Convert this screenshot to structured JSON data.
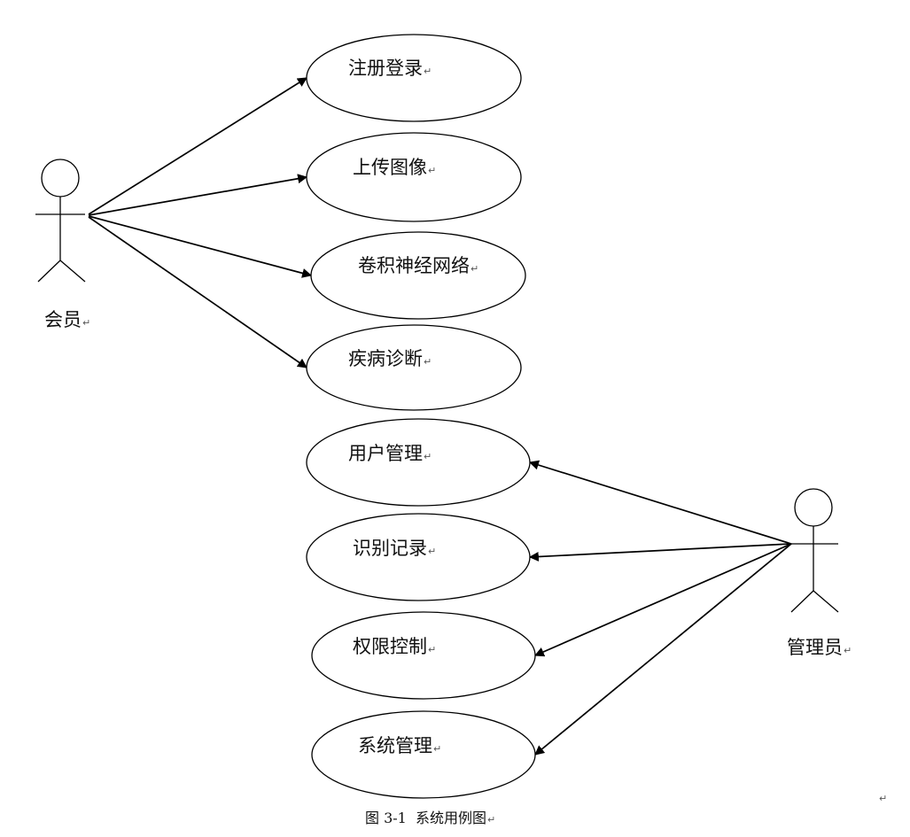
{
  "actors": [
    {
      "id": "member",
      "label": "会员",
      "para_mark": "↵"
    },
    {
      "id": "admin",
      "label": "管理员",
      "para_mark": "↵"
    }
  ],
  "use_cases": [
    {
      "id": "register-login",
      "label": "注册登录",
      "para_mark": "↵"
    },
    {
      "id": "upload-image",
      "label": "上传图像",
      "para_mark": "↵"
    },
    {
      "id": "cnn",
      "label": "卷积神经网络",
      "para_mark": "↵"
    },
    {
      "id": "diagnosis",
      "label": "疾病诊断",
      "para_mark": "↵"
    },
    {
      "id": "user-management",
      "label": "用户管理",
      "para_mark": "↵"
    },
    {
      "id": "recognition-records",
      "label": "识别记录",
      "para_mark": "↵"
    },
    {
      "id": "access-control",
      "label": "权限控制",
      "para_mark": "↵"
    },
    {
      "id": "system-management",
      "label": "系统管理",
      "para_mark": "↵"
    }
  ],
  "associations": [
    {
      "from": "member",
      "to": "register-login"
    },
    {
      "from": "member",
      "to": "upload-image"
    },
    {
      "from": "member",
      "to": "cnn"
    },
    {
      "from": "member",
      "to": "diagnosis"
    },
    {
      "from": "admin",
      "to": "user-management"
    },
    {
      "from": "admin",
      "to": "recognition-records"
    },
    {
      "from": "admin",
      "to": "access-control"
    },
    {
      "from": "admin",
      "to": "system-management"
    }
  ],
  "caption": {
    "text": "图 3-1  系统用例图",
    "para_mark": "↵"
  },
  "stray_para_mark": "↵"
}
